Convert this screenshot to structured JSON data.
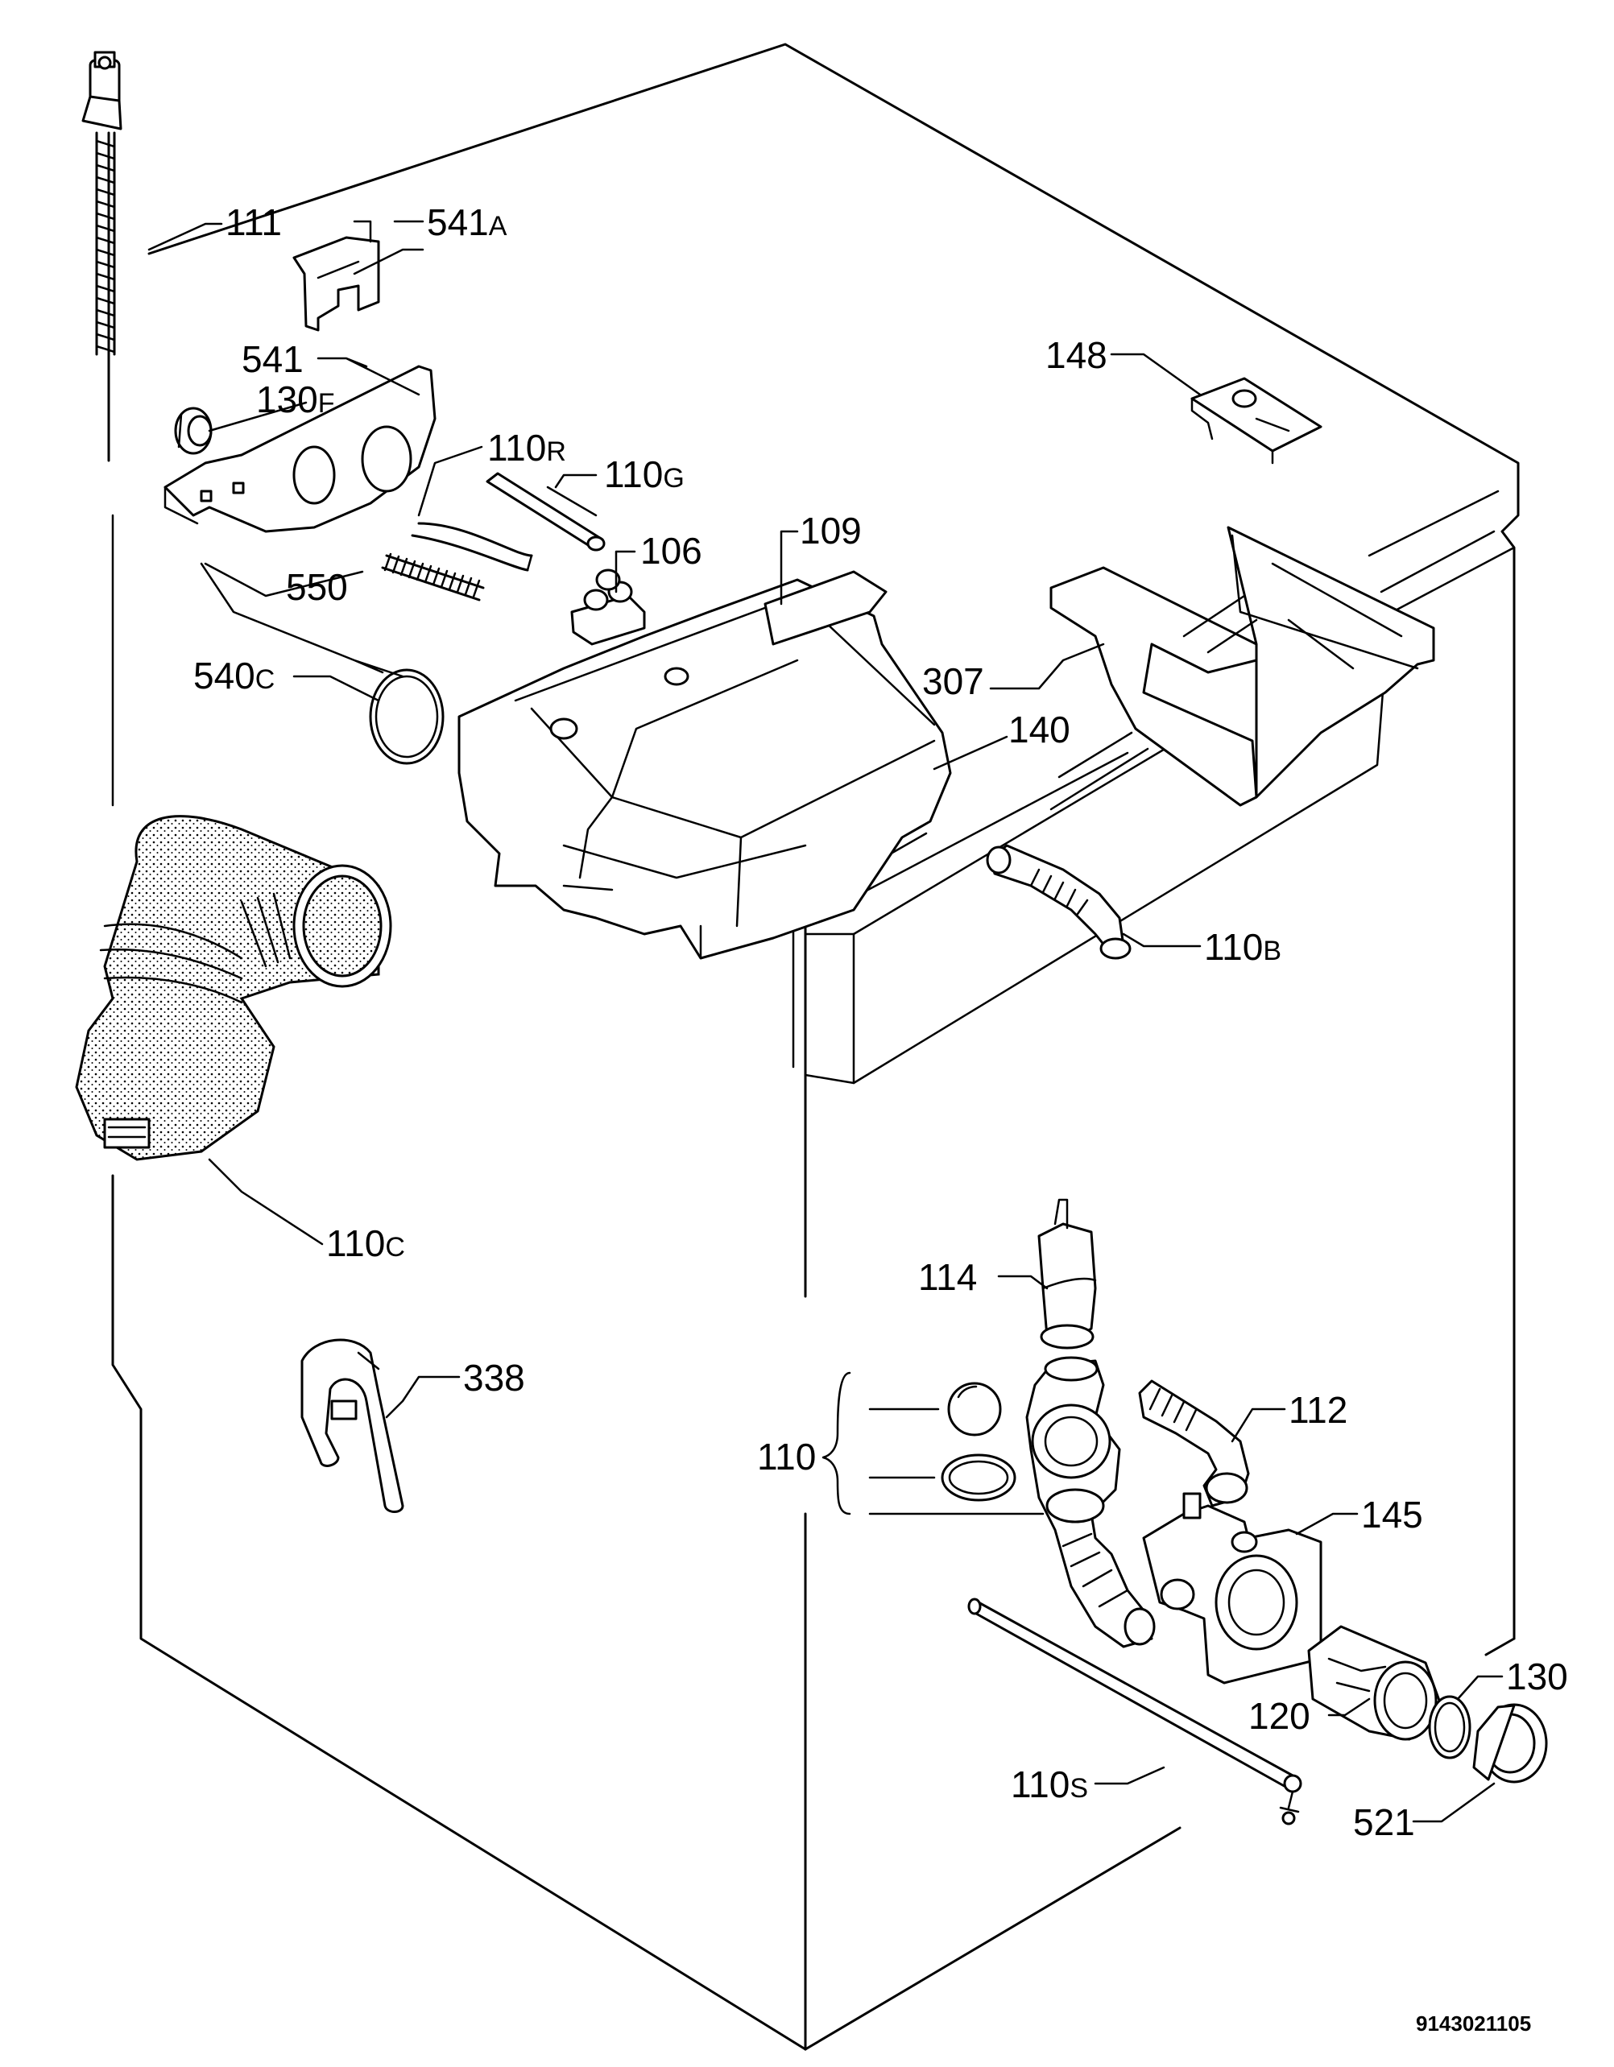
{
  "labels": {
    "l111": "111",
    "l541a": "541",
    "l541a_suffix": "A",
    "l541": "541",
    "l130f": "130",
    "l130f_suffix": "F",
    "l110r": "110",
    "l110r_suffix": "R",
    "l110g": "110",
    "l110g_suffix": "G",
    "l106": "106",
    "l109": "109",
    "l148": "148",
    "l550": "550",
    "l540c": "540",
    "l540c_suffix": "C",
    "l307": "307",
    "l140": "140",
    "l110b": "110",
    "l110b_suffix": "B",
    "l110c": "110",
    "l110c_suffix": "C",
    "l114": "114",
    "l338": "338",
    "l112": "112",
    "l110": "110",
    "l145": "145",
    "l130": "130",
    "l120": "120",
    "l110s": "110",
    "l110s_suffix": "S",
    "l521": "521"
  },
  "drawing_code": "9143021105"
}
